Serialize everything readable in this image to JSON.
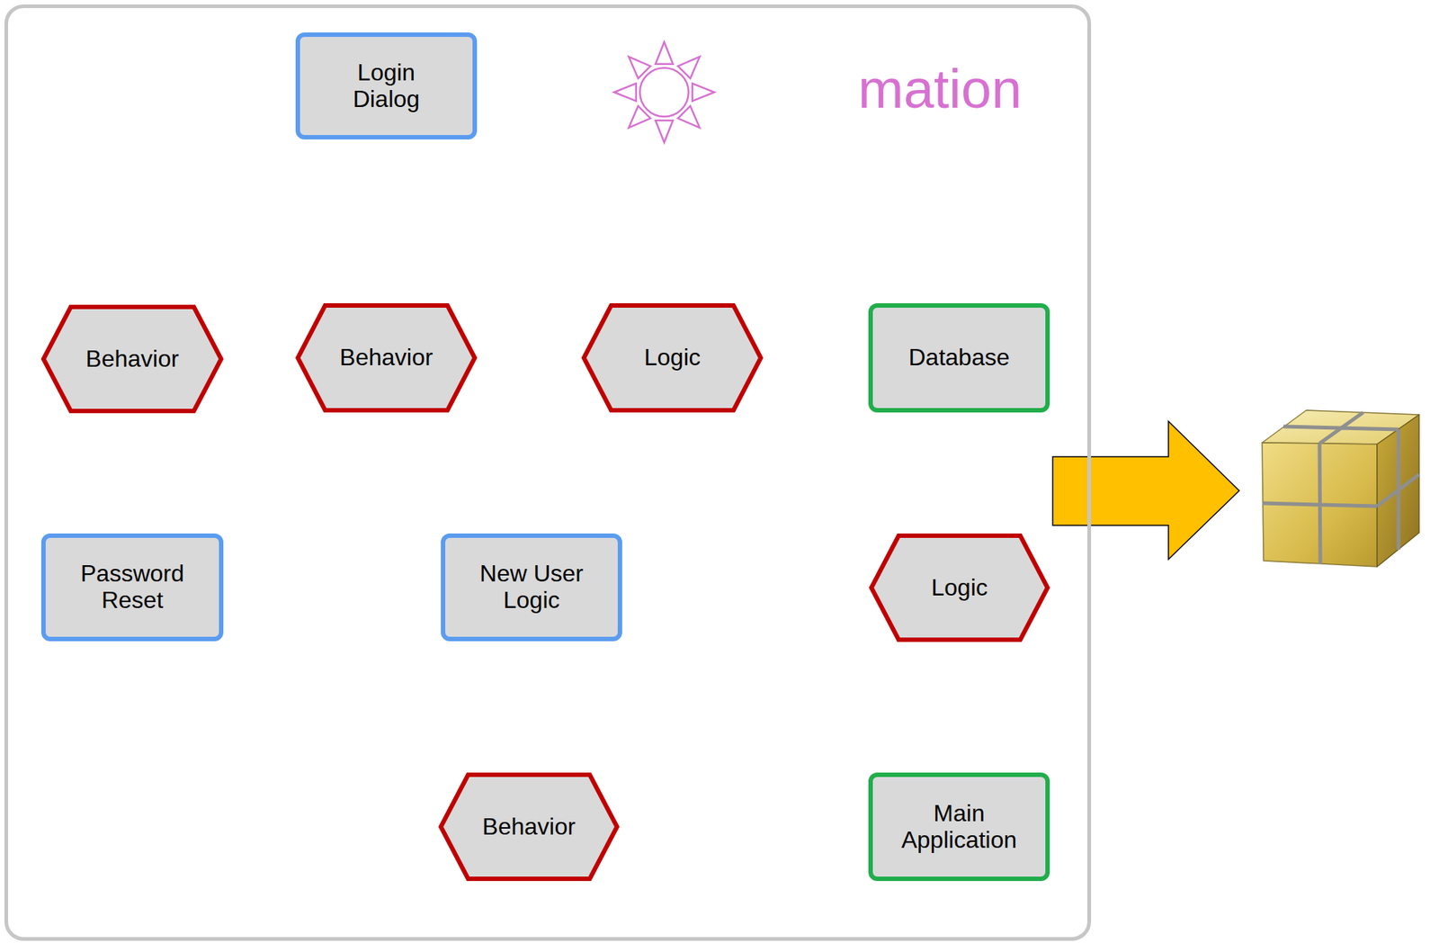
{
  "diagram": {
    "nodes": [
      {
        "text": [
          "mation"
        ]
      },
      {
        "text": [
          "Login Dialog"
        ],
        "in": 0
      },
      {
        "text": [
          "Behavior"
        ],
        "in": 0
      },
      {
        "text": [
          "Behavior"
        ],
        "in": 0
      },
      {
        "text": [
          "Logic"
        ],
        "in": 0
      },
      {
        "text": [
          "Database"
        ],
        "in": 0
      },
      {
        "text": [
          "Password Reset"
        ],
        "in": 0
      },
      {
        "text": [
          "New User Logic"
        ],
        "in": 0
      },
      {
        "text": [
          "Logic"
        ],
        "in": 0
      },
      {
        "text": [
          "Behavior"
        ],
        "in": 0
      },
      {
        "text": [
          "Main Application"
        ],
        "in": 0
      }
    ]
  }
}
